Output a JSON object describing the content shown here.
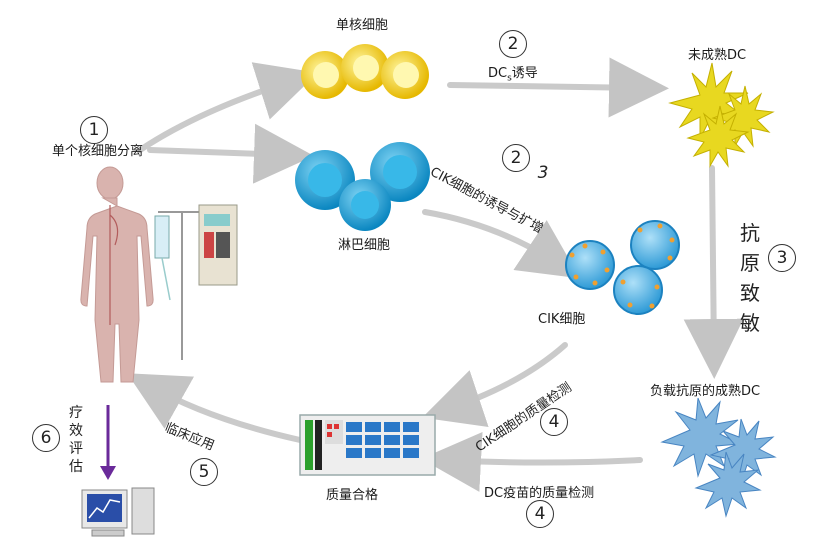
{
  "labels": {
    "mononuclear": "单核细胞",
    "immature_dc": "未成熟DC",
    "dc_induction_prefix": "DC",
    "dc_induction_sub": "s",
    "dc_induction_suffix": "诱导",
    "separation": "单个核细胞分离",
    "cik_induction": "CIK细胞的诱导与扩增",
    "lymphocyte": "淋巴细胞",
    "cik_cell": "CIK细胞",
    "antigen_sensitization": [
      "抗",
      "原",
      "致",
      "敏"
    ],
    "loaded_dc": "负载抗原的成熟DC",
    "cik_quality": "CIK细胞的质量检测",
    "dc_vaccine_quality": "DC疫苗的质量检测",
    "quality_pass": "质量合格",
    "clinical_use": "临床应用",
    "efficacy_eval": [
      "疗",
      "效",
      "评",
      "估"
    ]
  },
  "step_numbers": {
    "separation": "1",
    "dc_induction": "2",
    "cik_induction_a": "2",
    "cik_induction_b": "3",
    "antigen": "3",
    "cik_quality": "4",
    "dc_quality": "4",
    "clinical": "5",
    "efficacy": "6"
  },
  "colors": {
    "arrow": "#c8c8c8",
    "mono_yellow": "#f2cf00",
    "lymph_blue": "#1fa7d8",
    "cik_blue": "#3aa8e0",
    "dc_yellow": "#e8d81c",
    "mature_dc_blue": "#6aa6d6",
    "body_pink": "#d9b3ae",
    "purple_arrow": "#6a2a9a"
  }
}
